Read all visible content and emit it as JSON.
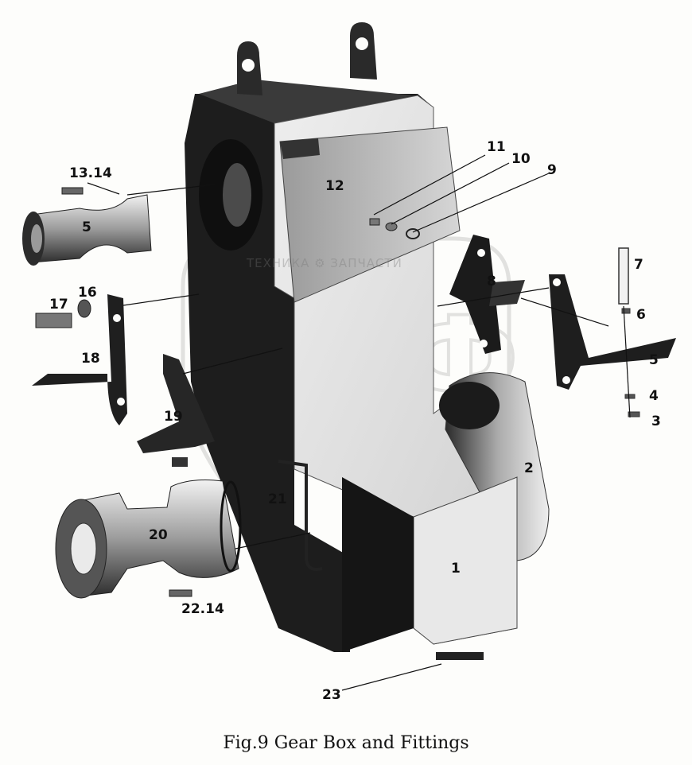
{
  "figure": {
    "caption": "Fig.9  Gear Box and Fittings",
    "watermark": {
      "text": "ТЕХНИКА  ⚙  ЗАПЧАСТИ",
      "logo_letters": "ЭПФ"
    }
  },
  "callouts": {
    "c1": "1",
    "c2": "2",
    "c3": "3",
    "c4": "4",
    "c5a": "5",
    "c5b": "5",
    "c6": "6",
    "c7": "7",
    "c8": "8",
    "c9": "9",
    "c10": "10",
    "c11": "11",
    "c12": "12",
    "c13_14": "13.14",
    "c16": "16",
    "c17": "17",
    "c18": "18",
    "c19": "19",
    "c20": "20",
    "c21": "21",
    "c22_14": "22.14",
    "c23": "23"
  },
  "colors": {
    "ink": "#111111",
    "dark_casting": "#1d1d1d",
    "mid_gray": "#5a5a5a",
    "light_gray": "#b9b9b9",
    "paper": "#fdfdfb"
  }
}
